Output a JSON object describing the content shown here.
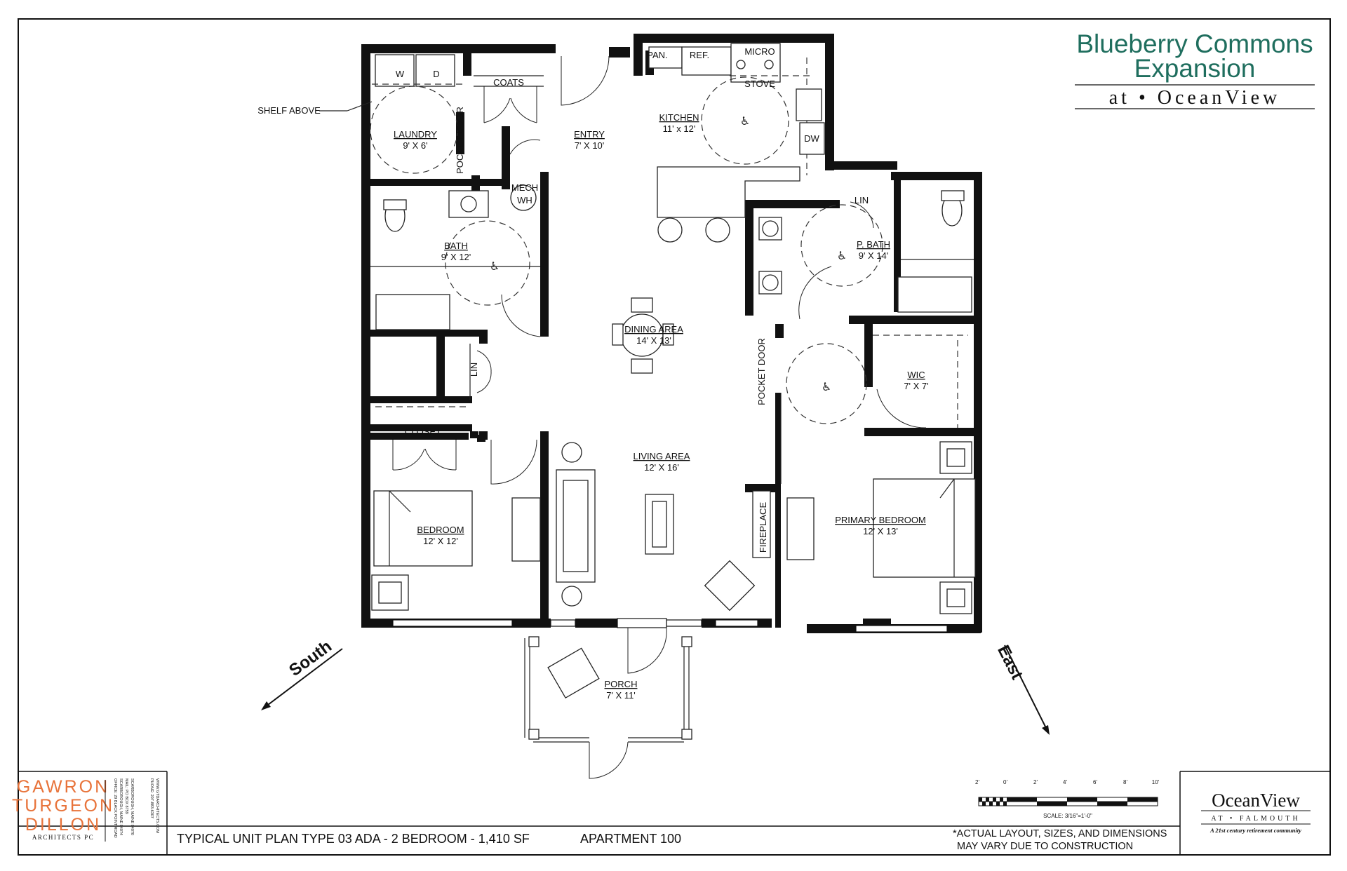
{
  "title": {
    "line1": "Blueberry Commons",
    "line2": "Expansion",
    "line3": "at • OceanView"
  },
  "rooms": {
    "laundry": {
      "name": "LAUNDRY",
      "size": "9' X 6'"
    },
    "entry": {
      "name": "ENTRY",
      "size": "7' X 10'"
    },
    "kitchen": {
      "name": "KITCHEN",
      "size": "11' x 12'"
    },
    "bath": {
      "name": "BATH",
      "size": "9' X 12'"
    },
    "p_bath": {
      "name": "P. BATH",
      "size": "9' X 14'"
    },
    "dining": {
      "name": "DINING AREA",
      "size": "14' X 13'"
    },
    "wic": {
      "name": "WIC",
      "size": "7' X 7'"
    },
    "living": {
      "name": "LIVING AREA",
      "size": "12' X 16'"
    },
    "bedroom": {
      "name": "BEDROOM",
      "size": "12' X 12'"
    },
    "primary_bedroom": {
      "name": "PRIMARY BEDROOM",
      "size": "12' X 13'"
    },
    "porch": {
      "name": "PORCH",
      "size": "7' X 11'"
    }
  },
  "fixture_labels": {
    "washer": "W",
    "dryer": "D",
    "coats": "COATS",
    "pantry": "PAN.",
    "refrigerator": "REF.",
    "microwave": "MICRO",
    "stove": "STOVE",
    "dishwasher": "DW",
    "mech": "MECH",
    "water_heater": "WH",
    "linen_bath": "LIN",
    "linen_hall": "LIN",
    "closet": "CLOSET",
    "fireplace": "FIREPLACE",
    "pocket_door_laundry": "POCKET DOOR",
    "pocket_door_primary": "POCKET DOOR",
    "shelf_above": "SHELF ABOVE"
  },
  "compass": {
    "south": "South",
    "east": "East"
  },
  "scale": {
    "ticks": [
      "2'",
      "0'",
      "2'",
      "4'",
      "6'",
      "8'",
      "10'"
    ],
    "caption": "SCALE: 3/16\"=1'-0\""
  },
  "footer": {
    "plan_title": "TYPICAL UNIT PLAN TYPE 03 ADA - 2 BEDROOM - 1,410 SF",
    "apartment": "APARTMENT 100",
    "disclaimer_line1": "*ACTUAL LAYOUT, SIZES, AND DIMENSIONS",
    "disclaimer_line2": "MAY VARY DUE TO CONSTRUCTION"
  },
  "architect": {
    "line1": "GAWRON",
    "line2": "TURGEON",
    "line3": "DILLON",
    "line4": "ARCHITECTS PC",
    "address1": "OFFICE: 29 BLACK POINT ROAD",
    "address2": "SCARBOROUGH, MAINE 04074",
    "address3": "MAIL: PO BOX 8759",
    "address4": "SCARBOROUGH, MAINE 04070",
    "phone": "PHONE: 207-883-6307",
    "web": "WWW.GTDARCHITECTS.COM"
  },
  "client_logo": {
    "name": "OceanView",
    "location": "AT • FALMOUTH",
    "tagline": "A 21st century retirement community"
  },
  "colors": {
    "title_green": "#1f6e5e",
    "architect_orange": "#e8733a",
    "ink": "#111111"
  }
}
